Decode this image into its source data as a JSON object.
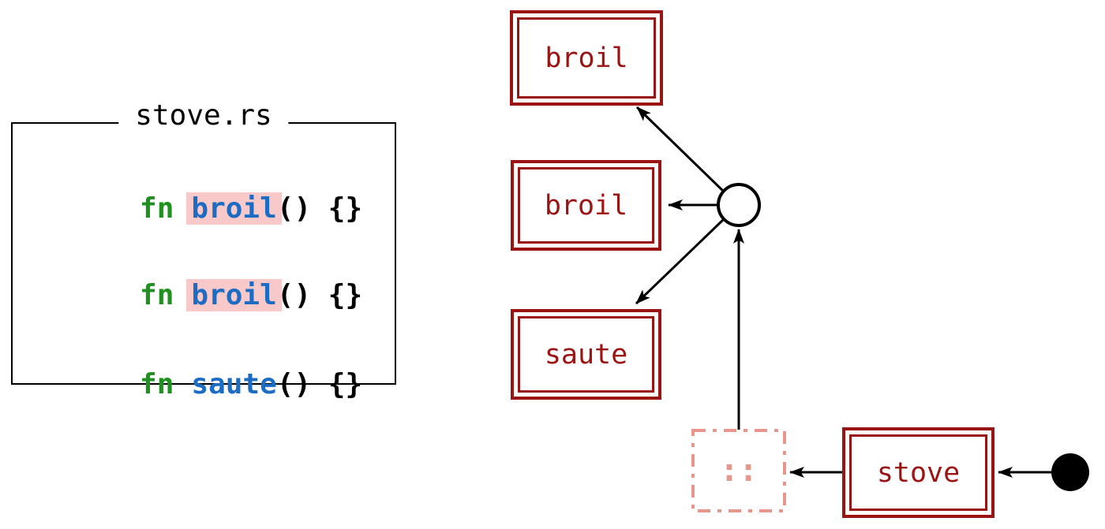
{
  "colors": {
    "box_red": "#9b1414",
    "salmon": "#e8968c",
    "pink": "#f9c8c8",
    "green": "#209020",
    "blue": "#1c6cc4",
    "ink": "#000000"
  },
  "code_panel": {
    "title": "stove.rs",
    "lines": [
      {
        "keyword": "fn",
        "name": "broil",
        "rest": "() {}",
        "highlighted": true
      },
      {
        "keyword": "fn",
        "name": "broil",
        "rest": "() {}",
        "highlighted": true
      },
      {
        "keyword": "fn",
        "name": "saute",
        "rest": "() {}",
        "highlighted": false
      }
    ]
  },
  "graph": {
    "nodes": [
      {
        "id": "broil-a",
        "label": "broil"
      },
      {
        "id": "broil-b",
        "label": "broil"
      },
      {
        "id": "saute",
        "label": "saute"
      },
      {
        "id": "stove",
        "label": "stove"
      },
      {
        "id": "glob-import",
        "label": "::"
      }
    ]
  }
}
